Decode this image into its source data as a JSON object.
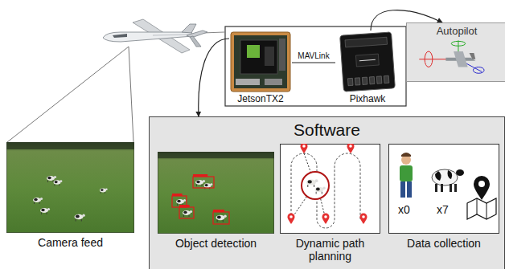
{
  "diagram": {
    "nodes": [
      {
        "text": [
          "JetsonTX2"
        ]
      },
      {
        "text": [
          "Pixhawk"
        ]
      },
      {
        "text": [
          "Autopilot"
        ]
      },
      {
        "text": [
          "Camera feed"
        ]
      },
      {
        "text": [
          "Software"
        ]
      },
      {
        "text": [
          "Object detection"
        ],
        "in": 4
      },
      {
        "text": [
          "Dynamic path planning"
        ],
        "in": 4
      },
      {
        "text": [
          "x0",
          "x7",
          "Data collection"
        ],
        "in": 4
      }
    ],
    "edges": [
      {
        "from": 0,
        "to": 1,
        "label": "MAVLink",
        "arrow": "none"
      },
      {
        "from": 1,
        "to": 2,
        "arrow": "to"
      },
      {
        "from": 0,
        "to": 4,
        "arrow": "to"
      }
    ]
  }
}
